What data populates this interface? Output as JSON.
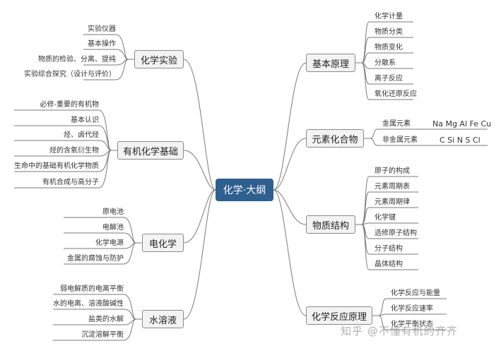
{
  "center": "化学·大纲",
  "left_branches": [
    {
      "label": "化学实验",
      "items": [
        "实验仪器",
        "基本操作",
        "物质的检验、分离、提纯",
        "实验综合探究（设计与评价）"
      ]
    },
    {
      "label": "有机化学基础",
      "items": [
        "必修-重要的有机物",
        "基本认识",
        "烃、卤代烃",
        "烃的含氧衍生物",
        "生命中的基础有机化学物质",
        "有机合成与高分子"
      ]
    },
    {
      "label": "电化学",
      "items": [
        "原电池",
        "电解池",
        "化学电源",
        "金属的腐蚀与防护"
      ]
    },
    {
      "label": "水溶液",
      "items": [
        "弱电解质的电离平衡",
        "水的电离、溶液酸碱性",
        "盐类的水解",
        "沉淀溶解平衡"
      ]
    }
  ],
  "right_branches": [
    {
      "label": "基本原理",
      "items": [
        "化学计量",
        "物质分类",
        "物质变化",
        "分散系",
        "离子反应",
        "氧化还原反应"
      ]
    },
    {
      "label": "元素化合物",
      "items": [
        "金属元素",
        "非金属元素"
      ],
      "sub": [
        "Na Mg Al Fe Cu",
        "C Si N S Cl"
      ]
    },
    {
      "label": "物质结构",
      "items": [
        "原子的构成",
        "元素周期表",
        "元素周期律",
        "化学键",
        "选修原子结构",
        "分子结构",
        "晶体结构"
      ]
    },
    {
      "label": "化学反应原理",
      "items": [
        "化学反应与能量",
        "化学反应速率",
        "化学平衡状态"
      ]
    }
  ],
  "watermark": "知乎 @不懂有机的齐齐",
  "colors": {
    "center": "#2f5f8f",
    "node_bg": "#f3f3f3",
    "line": "#7a7a7a"
  }
}
